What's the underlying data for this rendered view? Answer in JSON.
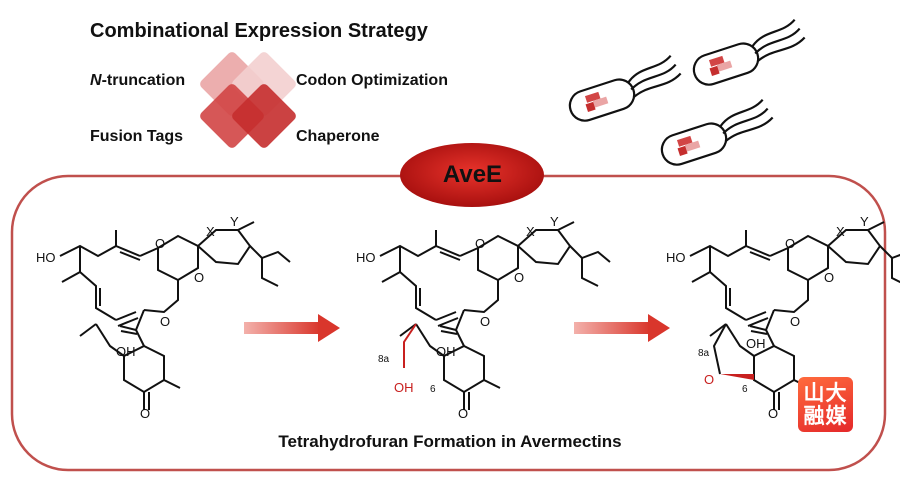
{
  "header": {
    "title": "Combinational Expression Strategy",
    "labels": {
      "n_italic": "N",
      "n_rest": "-truncation",
      "codon": "Codon Optimization",
      "fusion": "Fusion Tags",
      "chaperone": "Chaperone"
    }
  },
  "enzyme": {
    "name": "AveE"
  },
  "footer": {
    "caption": "Tetrahydrofuran Formation in Avermectins"
  },
  "badge": {
    "line1": "山大",
    "line2": "融媒"
  },
  "atoms": {
    "ho": "HO",
    "oh": "OH",
    "o": "O",
    "x": "X",
    "y": "Y",
    "pos_8a": "8a",
    "pos_6": "6"
  },
  "colors": {
    "accent_red": "#c8201f",
    "outline": "#c0504d",
    "diamond_dark": "#cc3333",
    "diamond_light": "#f1c4c4",
    "arrow": "#e35a50"
  }
}
